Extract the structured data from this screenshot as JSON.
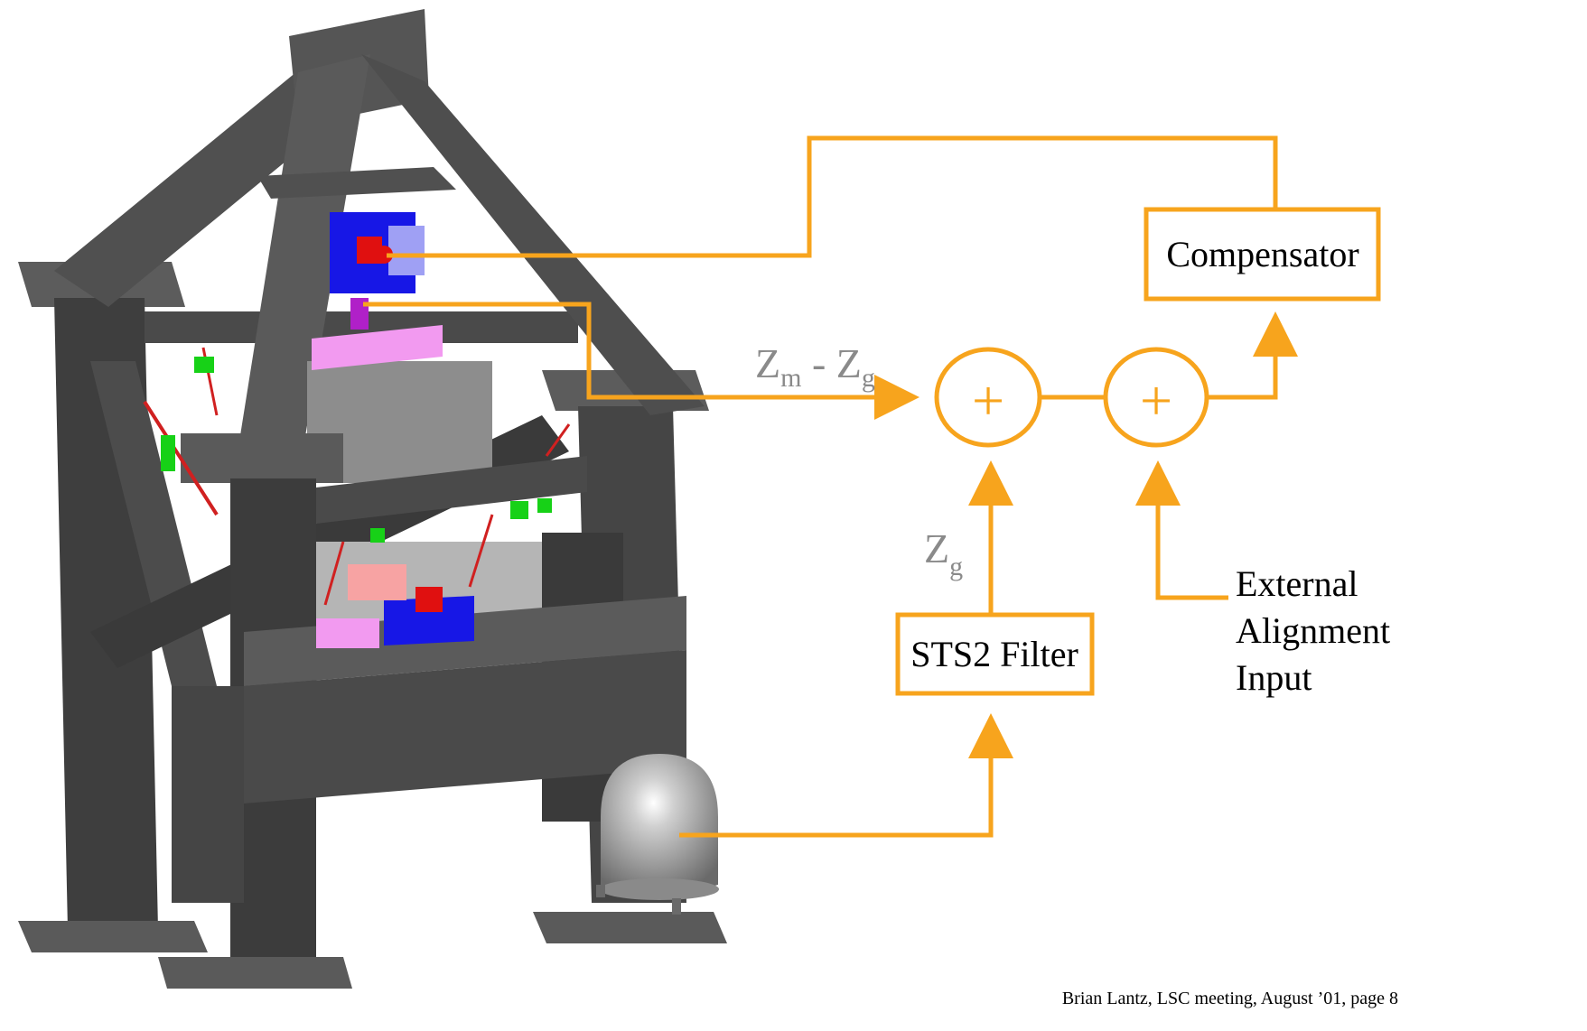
{
  "blocks": {
    "compensator": "Compensator",
    "sts2_filter": "STS2 Filter",
    "external_input_lines": [
      "External",
      "Alignment",
      "Input"
    ]
  },
  "summing_junctions": {
    "sum1_symbol": "+",
    "sum2_symbol": "+"
  },
  "signals": {
    "error_signal": {
      "z1": "Z",
      "sub1": "m",
      "op": " - ",
      "z2": "Z",
      "sub2": "g"
    },
    "ground_signal": {
      "z": "Z",
      "sub": "g"
    }
  },
  "footer": "Brian Lantz, LSC meeting, August  ’01, page 8",
  "colors": {
    "signal_line": "#f7a41d",
    "signal_label": "#8a8a8a",
    "frame_steel": "#4a4a4a",
    "frame_steel_dark": "#333333",
    "sensor_blue": "#1717e6",
    "actuator_red": "#e01010",
    "mount_pink": "#f29af0",
    "spring_green": "#17d117",
    "seismometer_gray": "#a8a8a8"
  }
}
